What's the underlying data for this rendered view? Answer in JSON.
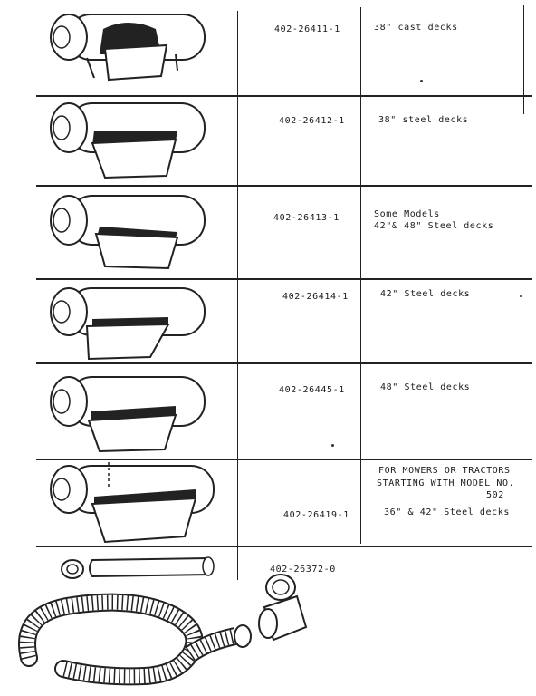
{
  "rows": [
    {
      "part_no": "402-26411-1",
      "desc": [
        "38\" cast decks"
      ],
      "icon": "muffler-cast-deck-icon"
    },
    {
      "part_no": "402-26412-1",
      "desc": [
        "38\" steel decks"
      ],
      "icon": "muffler-steel-deck-icon"
    },
    {
      "part_no": "402-26413-1",
      "desc": [
        "Some Models",
        "42\"& 48\" Steel decks"
      ],
      "icon": "muffler-bracket-icon"
    },
    {
      "part_no": "402-26414-1",
      "desc": [
        "42\" Steel decks"
      ],
      "icon": "muffler-deflector-icon"
    },
    {
      "part_no": "402-26445-1",
      "desc": [
        "48\" Steel decks"
      ],
      "icon": "muffler-deflector-large-icon"
    },
    {
      "part_no": "402-26419-1",
      "desc": [
        "FOR MOWERS OR TRACTORS",
        "STARTING WITH MODEL NO.",
        "502",
        "36\" & 42\" Steel decks"
      ],
      "icon": "muffler-chute-icon"
    },
    {
      "part_no": "402-26372-0",
      "desc": [],
      "icon": "hose-kit-icon"
    }
  ]
}
